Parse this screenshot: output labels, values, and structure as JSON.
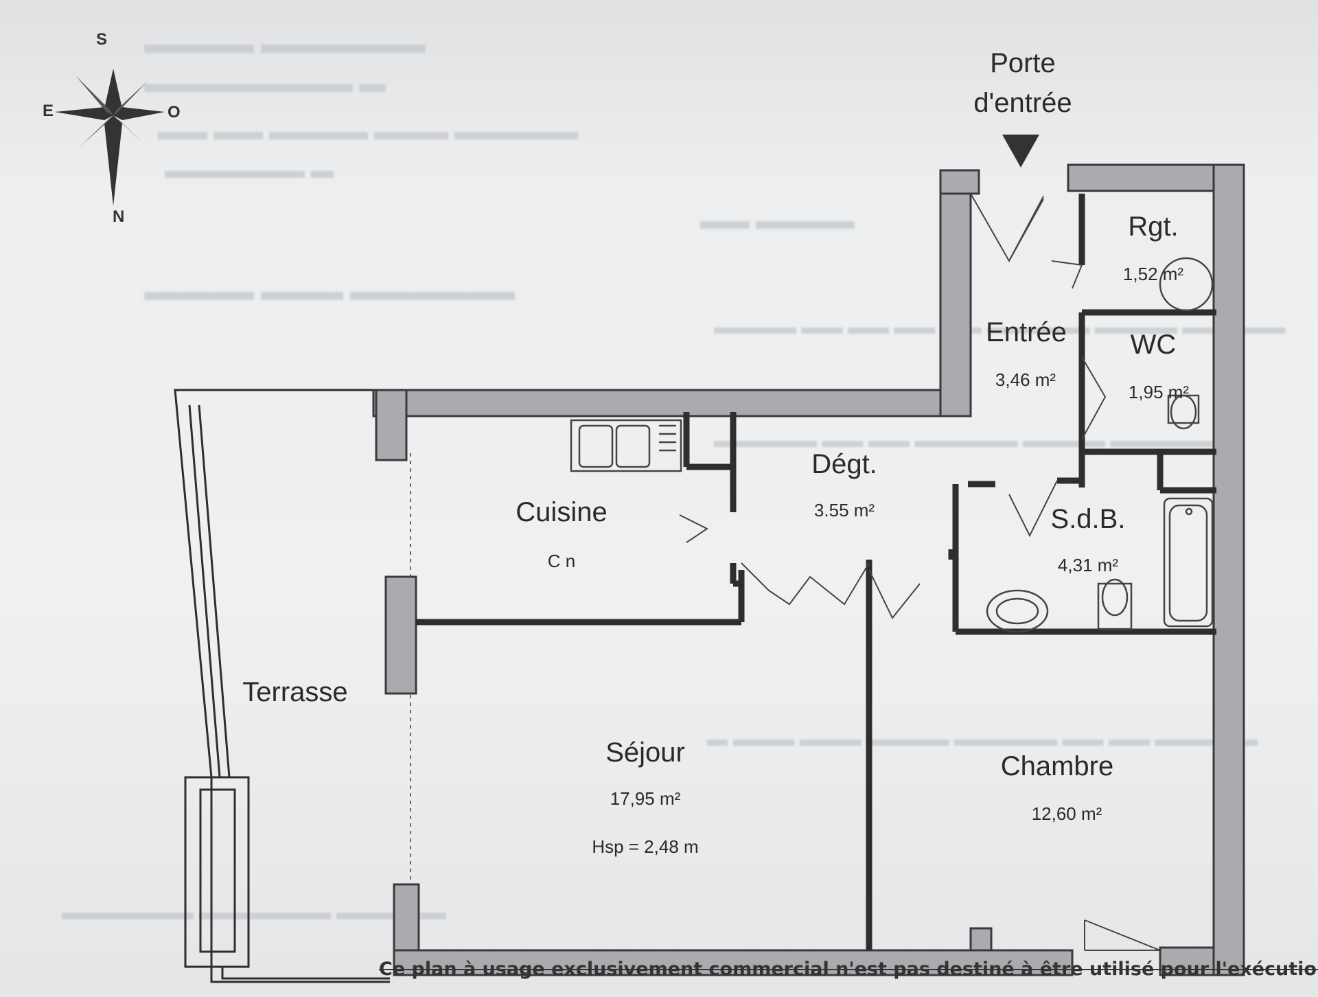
{
  "compass": {
    "north": "N",
    "south": "S",
    "east": "E",
    "west": "O"
  },
  "entrance": {
    "label_line1": "Porte",
    "label_line2": "d'entrée"
  },
  "rooms": {
    "rgt": {
      "name": "Rgt.",
      "area": "1,52 m²"
    },
    "entree": {
      "name": "Entrée",
      "area": "3,46 m²"
    },
    "wc": {
      "name": "WC",
      "area": "1,95 m²"
    },
    "degt": {
      "name": "Dégt.",
      "area": "3.55 m²"
    },
    "cuisine": {
      "name": "Cuisine",
      "area": "C  n"
    },
    "sdb": {
      "name": "S.d.B.",
      "area": "4,31 m²"
    },
    "terrasse": {
      "name": "Terrasse"
    },
    "sejour": {
      "name": "Séjour",
      "area": "17,95 m²",
      "ceiling_height": "Hsp = 2,48 m"
    },
    "chambre": {
      "name": "Chambre",
      "area": "12,60 m²"
    }
  },
  "footer": {
    "disclaimer": "Ce plan à usage exclusivement commercial n'est pas destiné à être utilisé pour l'exécution d"
  },
  "colors": {
    "wall_fill": "#a9abae",
    "wall_stroke": "#3a3a3a",
    "paper": "#eceeef",
    "text": "#2a2a2a"
  }
}
